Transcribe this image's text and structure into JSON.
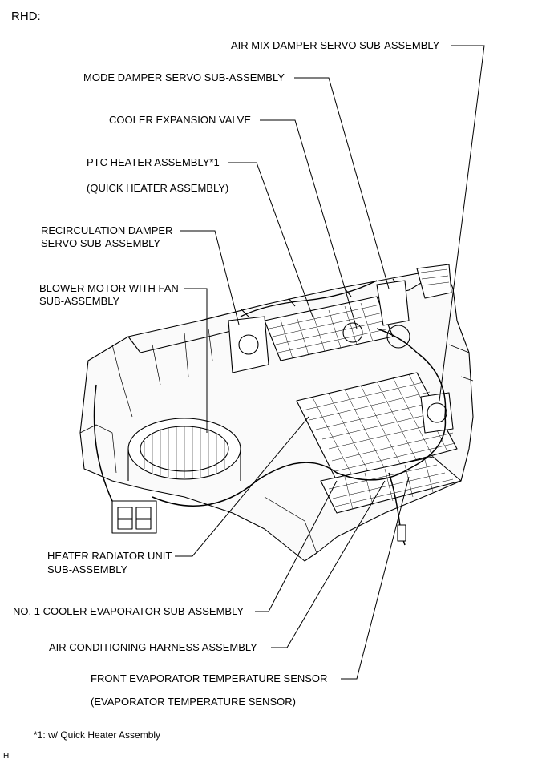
{
  "header": {
    "title": "RHD:"
  },
  "labels": {
    "air_mix": "AIR MIX DAMPER SERVO SUB-ASSEMBLY",
    "mode_damper": "MODE DAMPER SERVO SUB-ASSEMBLY",
    "cooler_valve": "COOLER EXPANSION VALVE",
    "ptc_heater": "PTC HEATER ASSEMBLY*1",
    "ptc_heater_alt": "(QUICK HEATER ASSEMBLY)",
    "recirc_1": "RECIRCULATION DAMPER",
    "recirc_2": "SERVO SUB-ASSEMBLY",
    "blower_1": "BLOWER MOTOR WITH FAN",
    "blower_2": "SUB-ASSEMBLY",
    "heater_rad_1": "HEATER RADIATOR UNIT",
    "heater_rad_2": "SUB-ASSEMBLY",
    "evaporator": "NO. 1 COOLER EVAPORATOR SUB-ASSEMBLY",
    "harness": "AIR CONDITIONING HARNESS ASSEMBLY",
    "temp_sensor": "FRONT EVAPORATOR TEMPERATURE SENSOR",
    "temp_sensor_alt": "(EVAPORATOR TEMPERATURE SENSOR)"
  },
  "footnote": "*1: w/ Quick Heater Assembly",
  "corner_mark": "H"
}
